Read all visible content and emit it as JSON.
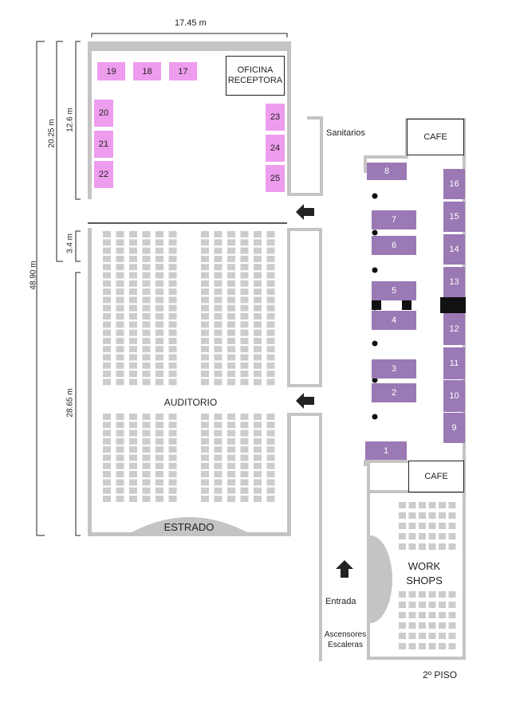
{
  "dimensions": {
    "top_width": "17.45 m",
    "total_height": "48.90 m",
    "upper_section": "20.25 m",
    "office_zone": "12.6 m",
    "corridor": "3.4 m",
    "auditorium": "28.65 m"
  },
  "rooms": {
    "office": "OFICINA\nRECEPTORA",
    "toilets": "Sanitarios",
    "cafe_top": "CAFE",
    "cafe_bottom": "CAFE",
    "auditorium": "AUDITORIO",
    "stage": "ESTRADO",
    "workshops": "WORK\nSHOPS",
    "entrance": "Entrada",
    "elevators": "Ascensores\nEscaleras",
    "floor": "2º PISO"
  },
  "booths": {
    "b1": "1",
    "b2": "2",
    "b3": "3",
    "b4": "4",
    "b5": "5",
    "b6": "6",
    "b7": "7",
    "b8": "8",
    "b9": "9",
    "b10": "10",
    "b11": "11",
    "b12": "12",
    "b13": "13",
    "b14": "14",
    "b15": "15",
    "b16": "16",
    "b17": "17",
    "b18": "18",
    "b19": "19",
    "b20": "20",
    "b21": "21",
    "b22": "22",
    "b23": "23",
    "b24": "24",
    "b25": "25"
  },
  "colors": {
    "wall": "#c4c4c4",
    "seat": "#cccccc",
    "pink_booth": "#ee9cee",
    "purple_booth": "#9a79b4",
    "arrow": "#222222"
  }
}
